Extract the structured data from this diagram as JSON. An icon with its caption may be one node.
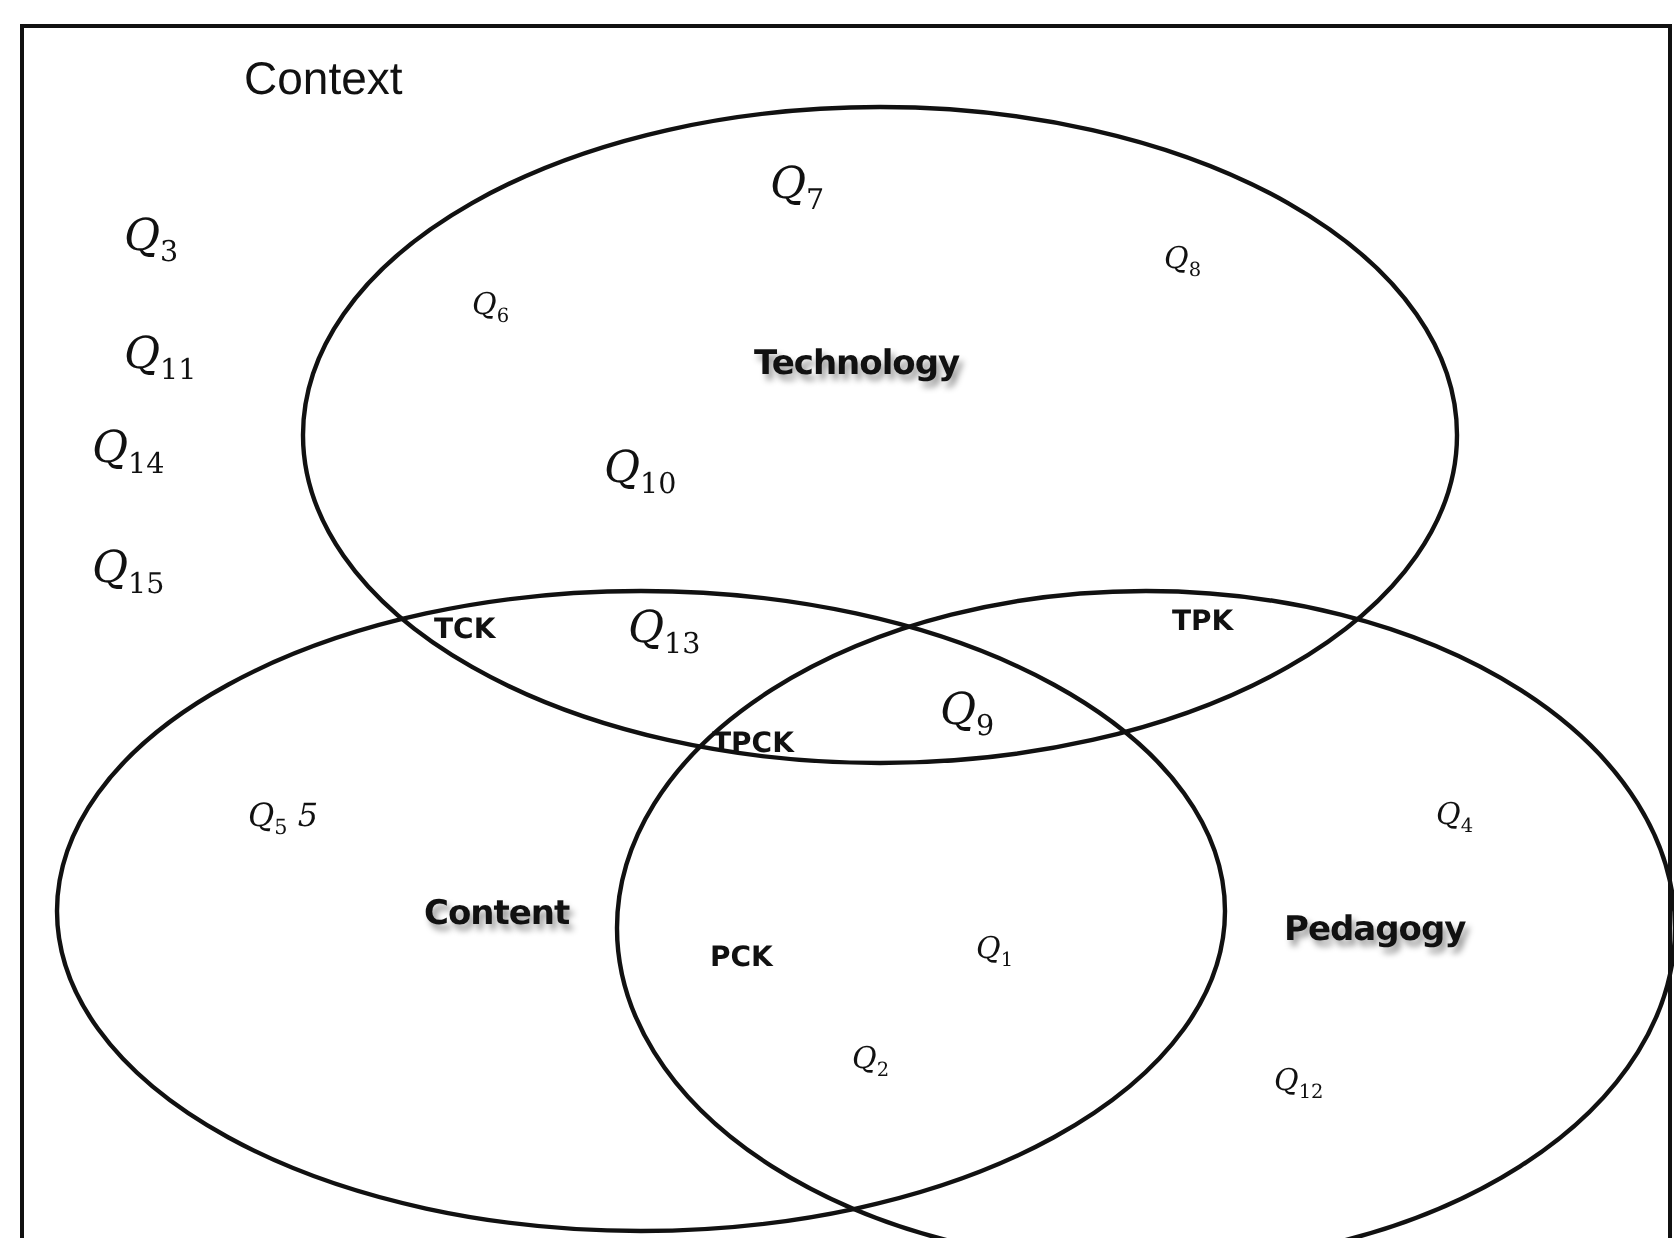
{
  "diagram": {
    "nodes": [
      {
        "text": [
          "Context"
        ]
      },
      {
        "text": [
          "Technology"
        ],
        "in": 0
      },
      {
        "text": [
          "Content"
        ],
        "in": 0
      },
      {
        "text": [
          "Pedagogy"
        ],
        "in": 0
      }
    ],
    "edges": [],
    "labels": [
      "Q$_{7}$",
      "Q$_{3}$",
      "Q$_{8}$",
      "Q$_{6}$",
      "Q$_{11}$",
      "Q$_{14}$",
      "Q$_{10}$",
      "Q$_{15}$",
      "TPK",
      "TCK",
      "Q$_{13}$",
      "Q$_{9}$",
      "TPCK",
      "Q$_{5}$ 5",
      "Q$_{4}$",
      "Q$_{1}$",
      "PCK",
      "Q$_{2}$",
      "Q$_{12}$"
    ]
  }
}
